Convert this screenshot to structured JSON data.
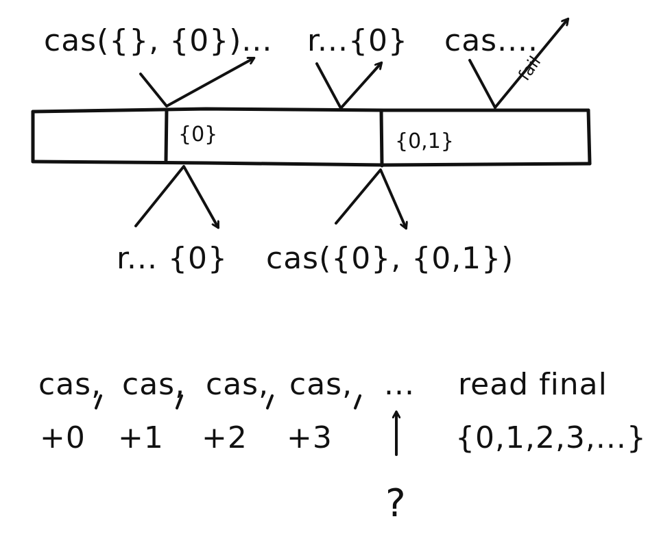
{
  "labels": {
    "cas_empty_to_0": "cas({}, {0})...",
    "read_0_top": "r...{0}",
    "cas_top_right": "cas....",
    "fail": "fail",
    "read_0_bottom": "r... {0}",
    "cas_0_to_01": "cas({0}, {0,1})"
  },
  "cells": {
    "cell_2": "{0}",
    "cell_3": "{0,1}"
  },
  "sequence": {
    "ops": [
      "cas,",
      "cas,",
      "cas,",
      "cas,"
    ],
    "ellipsis": "...",
    "read_final": "read final",
    "increments": [
      "+0",
      "+1",
      "+2",
      "+3"
    ],
    "question": "?",
    "result": "{0,1,2,3,...}"
  },
  "colors": {
    "ink": "#111111",
    "paper": "#ffffff"
  }
}
